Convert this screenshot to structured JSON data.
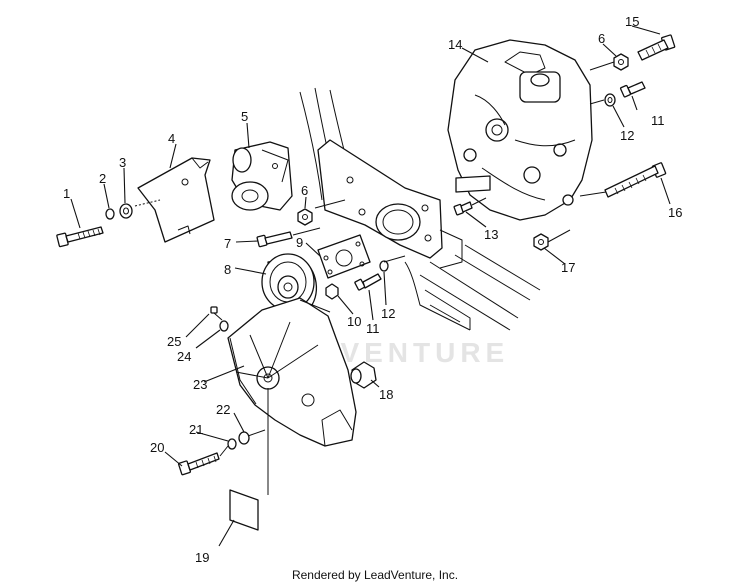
{
  "watermark": "ADVENTURE",
  "footer": {
    "credit": "Rendered by LeadVenture, Inc."
  },
  "callouts": {
    "c1": "1",
    "c2": "2",
    "c3": "3",
    "c4": "4",
    "c5": "5",
    "c6a": "6",
    "c6b": "6",
    "c7": "7",
    "c8": "8",
    "c9": "9",
    "c10": "10",
    "c11a": "11",
    "c11b": "11",
    "c12a": "12",
    "c12b": "12",
    "c13": "13",
    "c14": "14",
    "c15": "15",
    "c16": "16",
    "c17": "17",
    "c18": "18",
    "c19": "19",
    "c20": "20",
    "c21": "21",
    "c22": "22",
    "c23": "23",
    "c24": "24",
    "c25": "25"
  }
}
